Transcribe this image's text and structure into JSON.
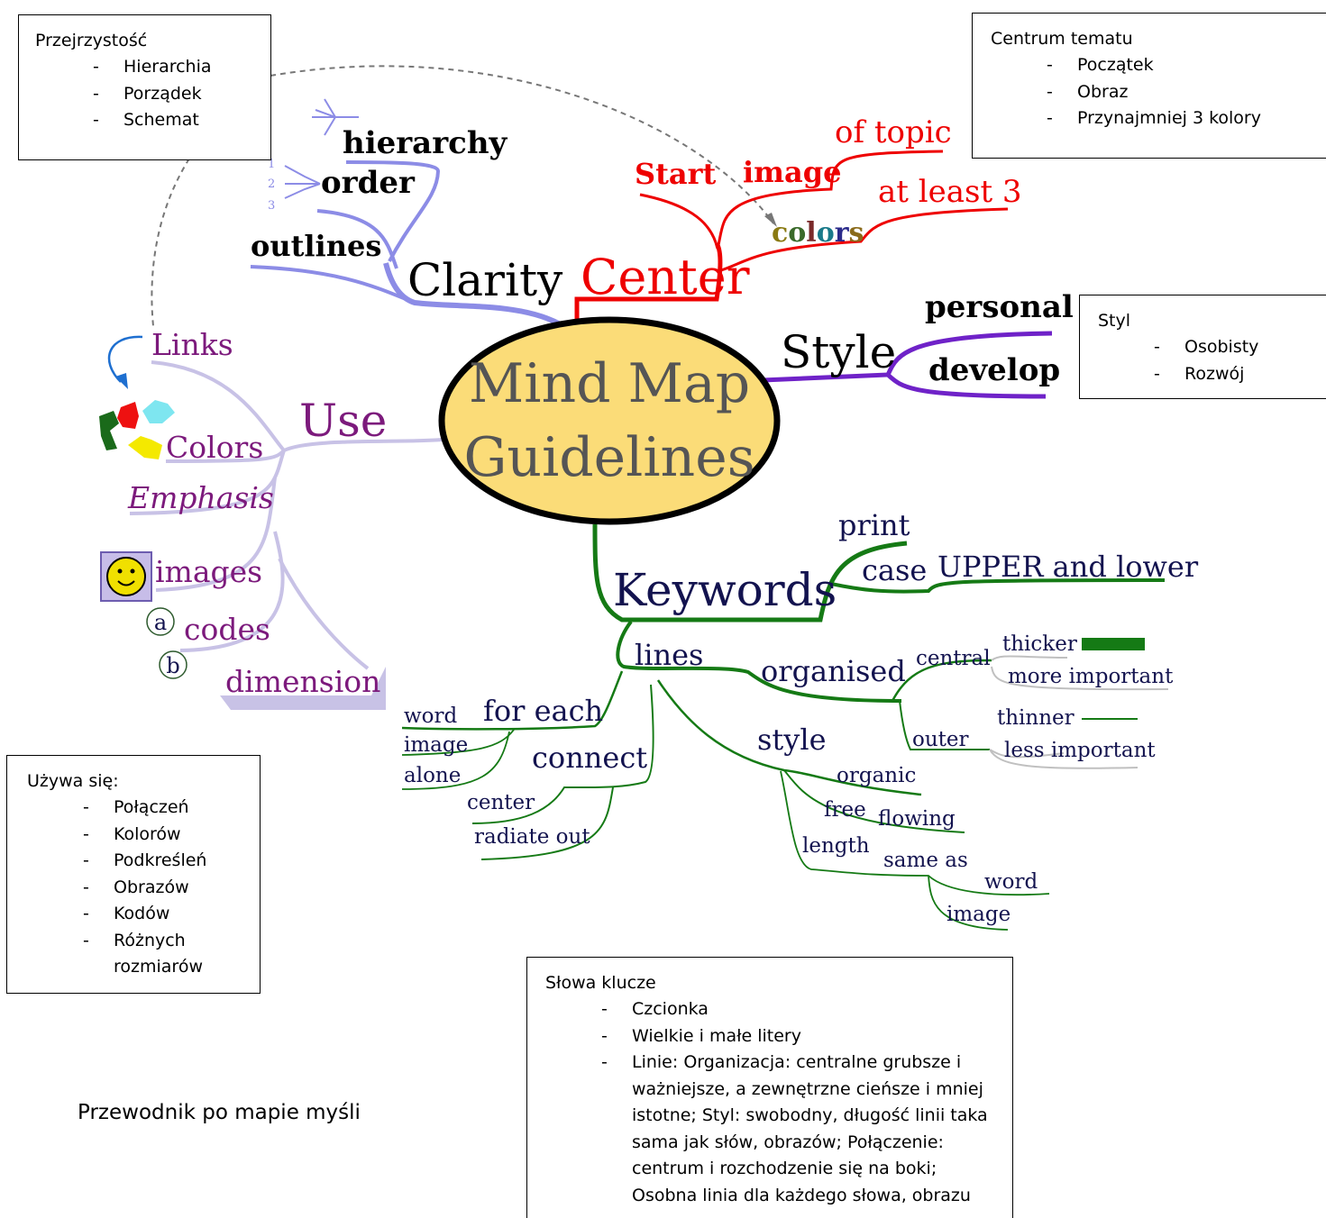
{
  "mindmap": {
    "center": {
      "line1": "Mind Map",
      "line2": "Guidelines"
    },
    "branches": {
      "clarity": {
        "label": "Clarity",
        "children": {
          "hierarchy": "hierarchy",
          "order": "order",
          "outlines": "outlines",
          "order_numbers": [
            "1",
            "2",
            "3"
          ]
        }
      },
      "center_branch": {
        "label": "Center",
        "children": {
          "start": "Start",
          "image": "image",
          "of_topic": "of topic",
          "at_least_3": "at least 3",
          "colors_letters": [
            "c",
            "o",
            "l",
            "o",
            "r",
            "s"
          ]
        }
      },
      "style": {
        "label": "Style",
        "children": {
          "personal": "personal",
          "develop": "develop"
        }
      },
      "use": {
        "label": "Use",
        "children": {
          "links": "Links",
          "colors": "Colors",
          "emphasis": "Emphasis",
          "images": "images",
          "codes": "codes",
          "dimension": "dimension",
          "code_a": "a",
          "code_b": "b"
        }
      },
      "keywords": {
        "label": "Keywords",
        "print": "print",
        "case": "case",
        "upper_lower": "UPPER and lower",
        "lines": "lines",
        "organised": "organised",
        "central": "central",
        "thicker": "thicker",
        "more_important": "more important",
        "outer": "outer",
        "thinner": "thinner",
        "less_important": "less important",
        "style": "style",
        "organic": "organic",
        "free": "free",
        "flowing": "flowing",
        "length": "length",
        "same_as": "same as",
        "word": "word",
        "image": "image",
        "for_each": "for each",
        "fe_word": "word",
        "fe_image": "image",
        "fe_alone": "alone",
        "connect": "connect",
        "center": "center",
        "radiate_out": "radiate out"
      }
    }
  },
  "notes": {
    "clarity": {
      "title": "Przejrzystość",
      "items": [
        "Hierarchia",
        "Porządek",
        "Schemat"
      ]
    },
    "center": {
      "title": "Centrum tematu",
      "items": [
        "Początek",
        "Obraz",
        "Przynajmniej 3 kolory"
      ]
    },
    "style": {
      "title": "Styl",
      "items": [
        "Osobisty",
        "Rozwój"
      ]
    },
    "use": {
      "title": "Używa się:",
      "items": [
        "Połączeń",
        "Kolorów",
        "Podkreśleń",
        "Obrazów",
        "Kodów",
        "Różnych rozmiarów"
      ]
    },
    "keywords": {
      "title": "Słowa klucze",
      "items": [
        "Czcionka",
        "Wielkie i małe litery",
        "Linie: Organizacja: centralne grubsze i ważniejsze, a zewnętrzne cieńsze i mniej istotne; Styl: swobodny, długość linii taka sama jak słów, obrazów; Połączenie: centrum i rozchodzenie się na boki; Osobna linia dla każdego słowa, obrazu"
      ]
    }
  },
  "caption": "Przewodnik po mapie myśli",
  "colors": {
    "center_fill": "#fbdc78",
    "clarity": "#8c8ce6",
    "center": "#ee0000",
    "style": "#6f22c8",
    "use": "#c8c2e6",
    "use_text": "#7c1a7c",
    "keywords": "#157a15",
    "keywords_text": "#13134f"
  }
}
